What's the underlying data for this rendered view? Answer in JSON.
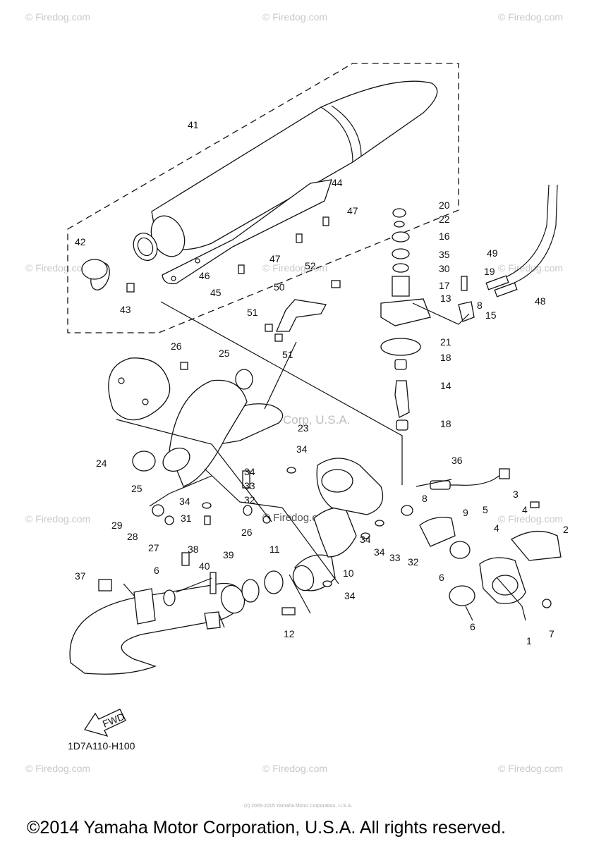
{
  "diagram_code": "1D7A110-H100",
  "copyright": "©2014 Yamaha Motor Corporation, U.S.A. All rights reserved.",
  "fine_print": "(c) 2005-2015 Yamaha Motor Corporation, U.S.A.",
  "watermarks": {
    "firedog": "© Firedog.com",
    "center_firedog": "© Firedog.com",
    "yamaha": "Yamaha Motor Corp, U.S.A."
  },
  "fwd_arrow_label": "FWD",
  "callouts": [
    "1",
    "2",
    "3",
    "4",
    "4",
    "5",
    "6",
    "6",
    "6",
    "7",
    "8",
    "8",
    "9",
    "10",
    "11",
    "12",
    "13",
    "14",
    "15",
    "16",
    "17",
    "18",
    "18",
    "19",
    "20",
    "21",
    "22",
    "23",
    "24",
    "25",
    "25",
    "26",
    "26",
    "27",
    "28",
    "29",
    "30",
    "31",
    "32",
    "32",
    "33",
    "33",
    "34",
    "34",
    "34",
    "34",
    "34",
    "34",
    "35",
    "36",
    "37",
    "38",
    "39",
    "40",
    "41",
    "42",
    "43",
    "44",
    "45",
    "46",
    "47",
    "47",
    "48",
    "49",
    "50",
    "51",
    "51",
    "52"
  ]
}
